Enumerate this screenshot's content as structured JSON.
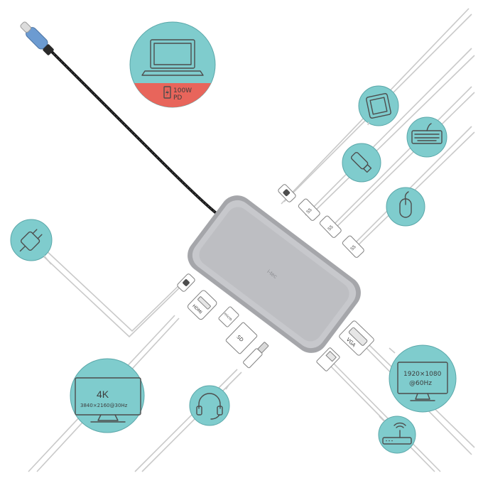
{
  "laptop": {
    "power_label_line1": "100W",
    "power_label_line2": "PD",
    "badge_color": "#e8655b"
  },
  "monitor_4k": {
    "title": "4K",
    "subtitle": "3840×2160@30Hz"
  },
  "monitor_fhd": {
    "line1": "1920×1080",
    "line2": "@60Hz"
  },
  "ports": {
    "vga_label": "VGA",
    "hdmi_label": "HDMI",
    "usb_label": "SS",
    "sd_label": "SD",
    "micro_sd_label": "micro"
  },
  "colors": {
    "circle": "#7fcccd",
    "hub_body": "#a9a9ad",
    "cable": "#1a1a1a",
    "connector": "#5f8fc4"
  },
  "icons": [
    "laptop-icon",
    "tablet-icon",
    "usb-stick-icon",
    "keyboard-icon",
    "mouse-icon",
    "power-plug-icon",
    "monitor-icon",
    "headphones-icon",
    "router-icon"
  ]
}
